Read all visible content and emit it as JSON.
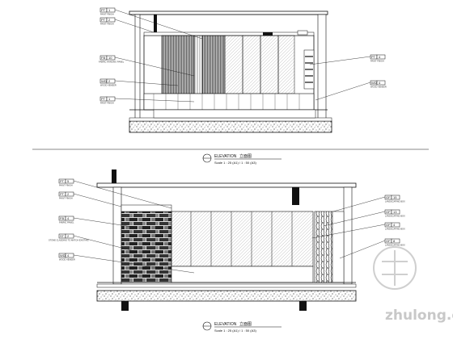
{
  "elevation_1": {
    "title": "ELEVATION",
    "title_cn": "立面图",
    "scale": "Scale 1 : 25 (A1) / 1 : 50 (A3)",
    "tags_left": [
      {
        "code": "PT",
        "num": "1",
        "desc": "PAINT FINISH"
      },
      {
        "code": "PT",
        "num": "2",
        "desc": "PAINT FINISH"
      },
      {
        "code": "FB",
        "num": "10",
        "desc": "FABRIC HANGING PANEL"
      },
      {
        "code": "WD",
        "num": "2",
        "desc": "WOOD VENEER"
      },
      {
        "code": "PT",
        "num": "1",
        "desc": "PAINT FINISH"
      }
    ],
    "tags_right": [
      {
        "code": "PT",
        "num": "4",
        "desc": "PAINT FINISH"
      },
      {
        "code": "WD",
        "num": "4",
        "desc": "WOOD VENEER"
      }
    ]
  },
  "elevation_2": {
    "title": "ELEVATION",
    "title_cn": "立面图",
    "scale": "Scale 1 : 25 (A1) / 1 : 50 (A3)",
    "tags_left": [
      {
        "code": "PT",
        "num": "5",
        "desc": "PAINT FINISH"
      },
      {
        "code": "PT",
        "num": "2",
        "desc": "PAINT FINISH"
      },
      {
        "code": "FB",
        "num": "4",
        "desc": "FABRIC PANEL"
      },
      {
        "code": "ST",
        "num": "2",
        "desc": "STONE CLADDING TO MATCH EXISTING"
      },
      {
        "code": "WD",
        "num": "4",
        "desc": "WOOD VENEER"
      }
    ],
    "tags_right": [
      {
        "code": "GF",
        "num": "15",
        "desc": "LANDSCAPING BOX"
      },
      {
        "code": "GF",
        "num": "13",
        "desc": "LANDSCAPING BOX"
      },
      {
        "code": "GF",
        "num": "4",
        "desc": "LANDSCAPING BOX"
      },
      {
        "code": "GF",
        "num": "8",
        "desc": "LANDSCAPING BOX"
      }
    ]
  },
  "watermark": {
    "text": "zhulong.com"
  }
}
